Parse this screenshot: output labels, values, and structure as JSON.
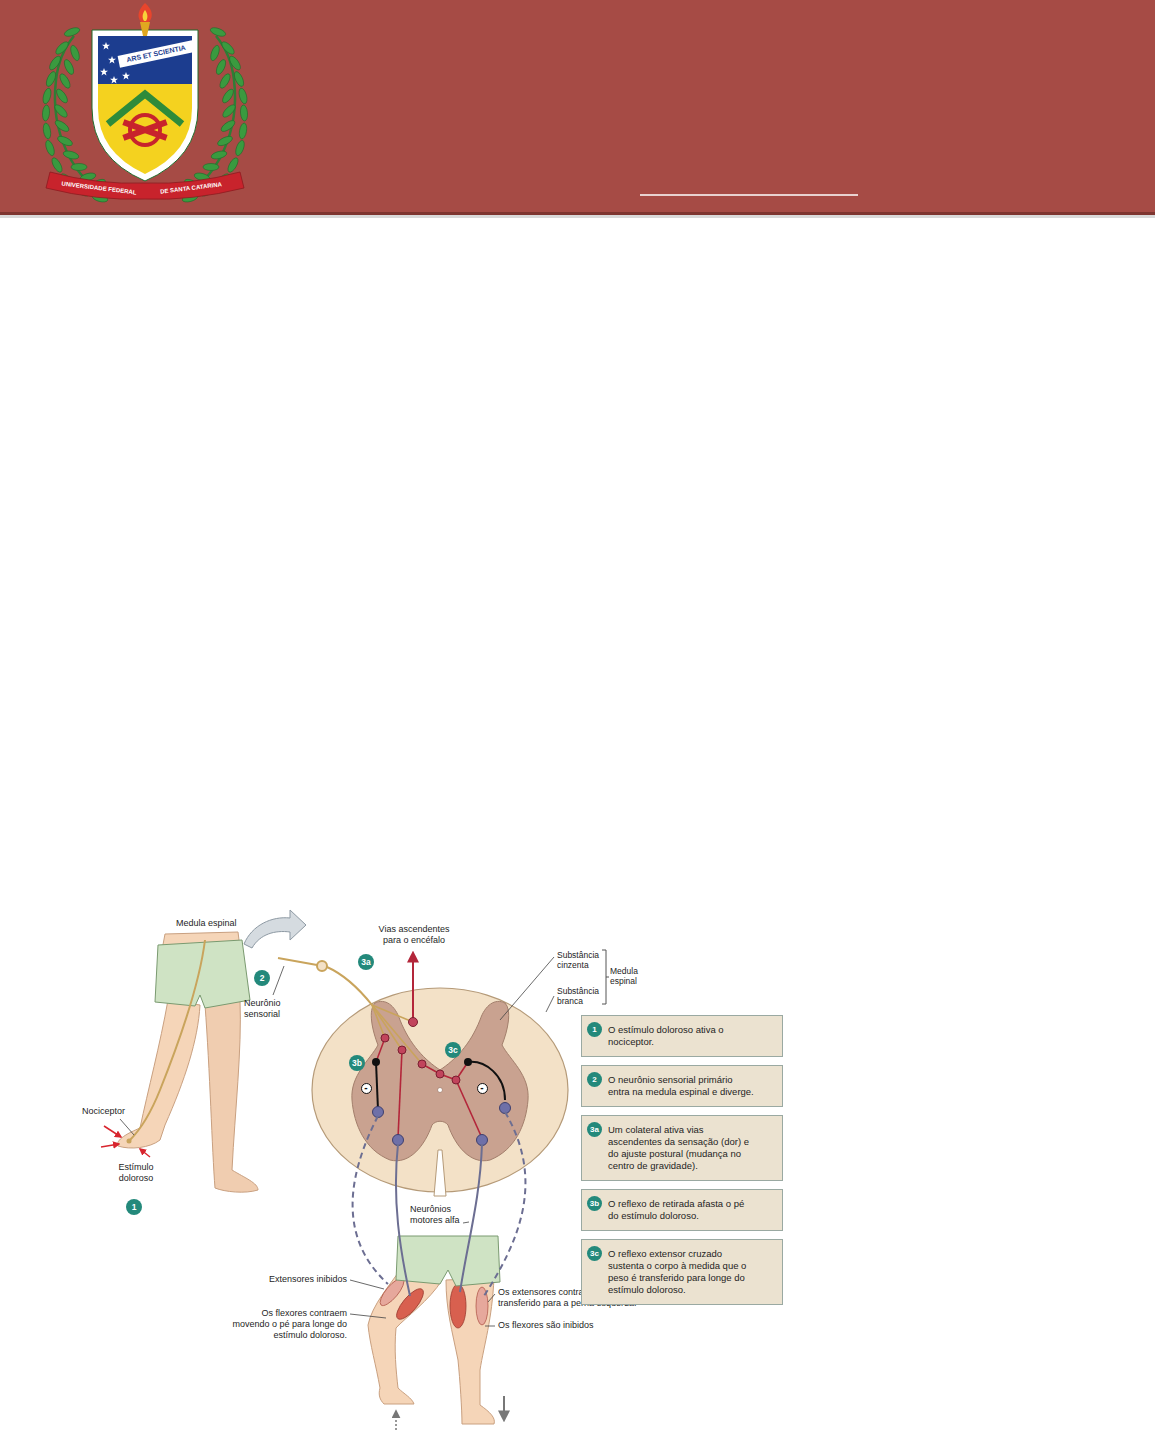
{
  "diagram": {
    "nodes": [
      {
        "text": [
          "1",
          "O estímulo doloroso ativa o nociceptor."
        ]
      },
      {
        "text": [
          "2",
          "O neurônio sensorial primário entra na medula espinal e diverge."
        ]
      },
      {
        "text": [
          "3a",
          "Um colateral ativa vias ascendentes da sensação (dor) e do ajuste postural (mudança no centro de gravidade)."
        ]
      },
      {
        "text": [
          "3b",
          "O reflexo de retirada afasta o pé do estímulo doloroso."
        ]
      },
      {
        "text": [
          "3c",
          "O reflexo extensor cruzado sustenta o corpo à medida que o peso é transferido para longe do estímulo doloroso."
        ]
      }
    ],
    "labels": [
      "ARS ET SCIENTIA",
      "UNIVERSIDADE FEDERAL",
      "DE SANTA CATARINA",
      "Medula espinal",
      "Vias ascendentes para o encéfalo",
      "3a",
      "Substância cinzenta",
      "Substância branca",
      "Medula espinal",
      "2",
      "Neurônio sensorial",
      "3b",
      "3c",
      "-",
      "-",
      "Nociceptor",
      "Estímulo doloroso",
      "1",
      "Neurônios motores alfa",
      "Extensores inibidos",
      "Os flexores contraem movendo o pé para longe do estímulo doloroso.",
      "Os extensores contraem à medida que o peso é transferido para a perna esquerda.",
      "Os flexores são inibidos"
    ]
  }
}
